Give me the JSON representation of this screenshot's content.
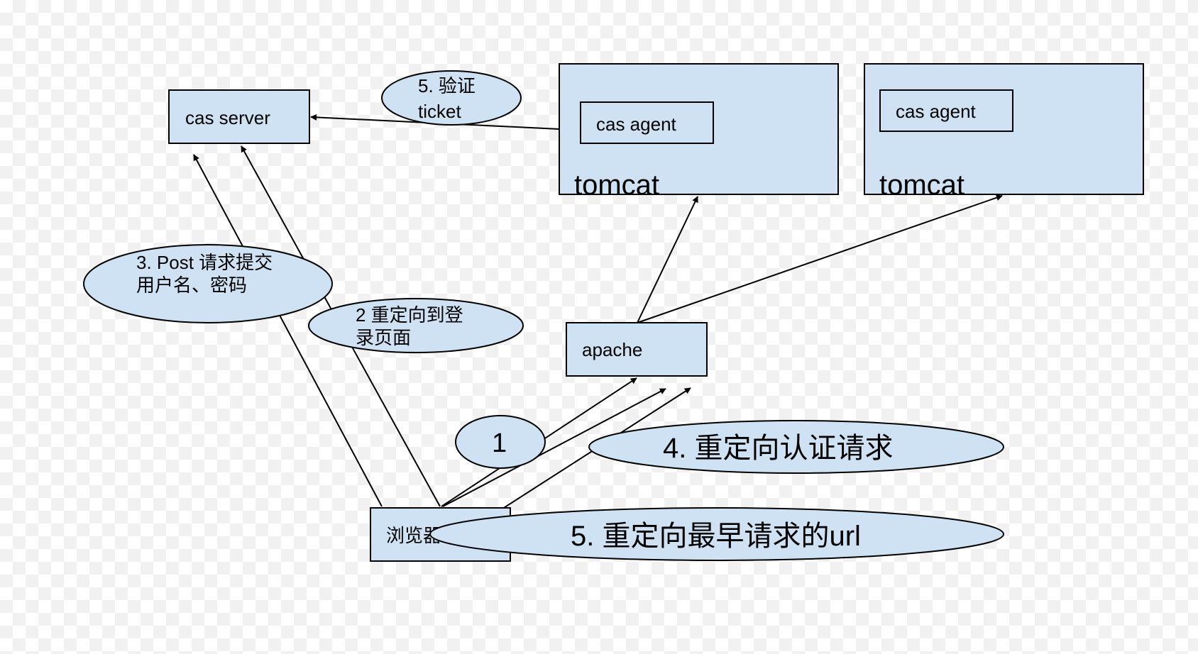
{
  "nodes": {
    "cas_server": "cas server",
    "tomcat_left": {
      "agent": "cas agent",
      "label": "tomcat"
    },
    "tomcat_right": {
      "agent": "cas agent",
      "label": "tomcat"
    },
    "apache": "apache",
    "browser": "浏览器"
  },
  "labels": {
    "validate_ticket": [
      "5. 验证",
      "ticket"
    ],
    "post_credentials": [
      "3. Post 请求提交",
      "用户名、密码"
    ],
    "redirect_login": [
      "2 重定向到登",
      "录页面"
    ],
    "step_one": "1",
    "redirect_auth": "4.  重定向认证请求",
    "redirect_original": "5.  重定向最早请求的url"
  }
}
